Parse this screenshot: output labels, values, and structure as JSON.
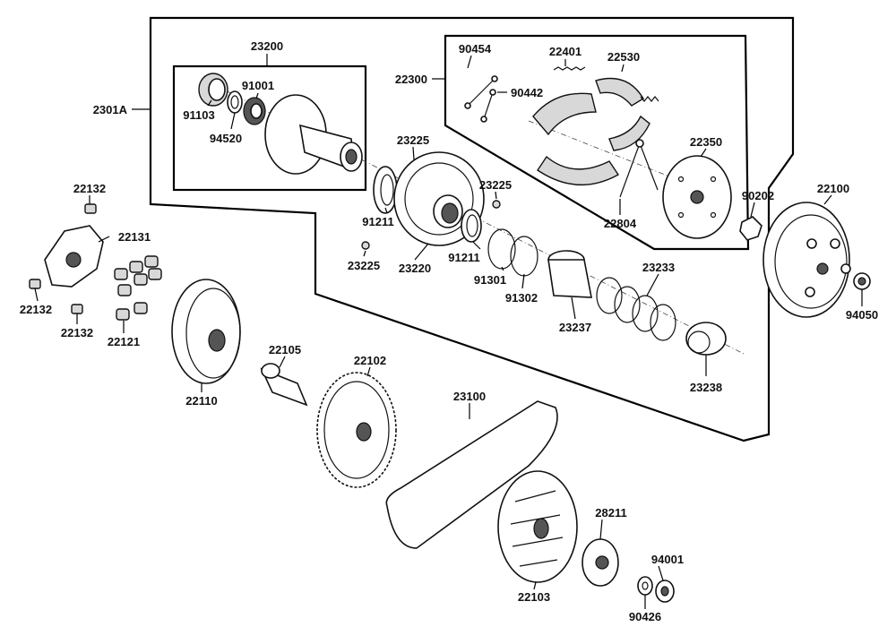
{
  "parts": {
    "p23200": "23200",
    "p2301A": "2301A",
    "p91001": "91001",
    "p91103": "91103",
    "p94520": "94520",
    "p90454": "90454",
    "p22401": "22401",
    "p22530": "22530",
    "p22300": "22300",
    "p90442": "90442",
    "p23225a": "23225",
    "p23225b": "23225",
    "p23225c": "23225",
    "p22350": "22350",
    "p91211a": "91211",
    "p91211b": "91211",
    "p90202": "90202",
    "p22100": "22100",
    "p22804": "22804",
    "p23220": "23220",
    "p91301": "91301",
    "p91302": "91302",
    "p23233": "23233",
    "p22132a": "22132",
    "p22132b": "22132",
    "p22132c": "22132",
    "p22131": "22131",
    "p22121": "22121",
    "p94050": "94050",
    "p23237": "23237",
    "p22105": "22105",
    "p22102": "22102",
    "p23238": "23238",
    "p22110": "22110",
    "p23100": "23100",
    "p28211": "28211",
    "p94001": "94001",
    "p22103": "22103",
    "p90426": "90426"
  }
}
